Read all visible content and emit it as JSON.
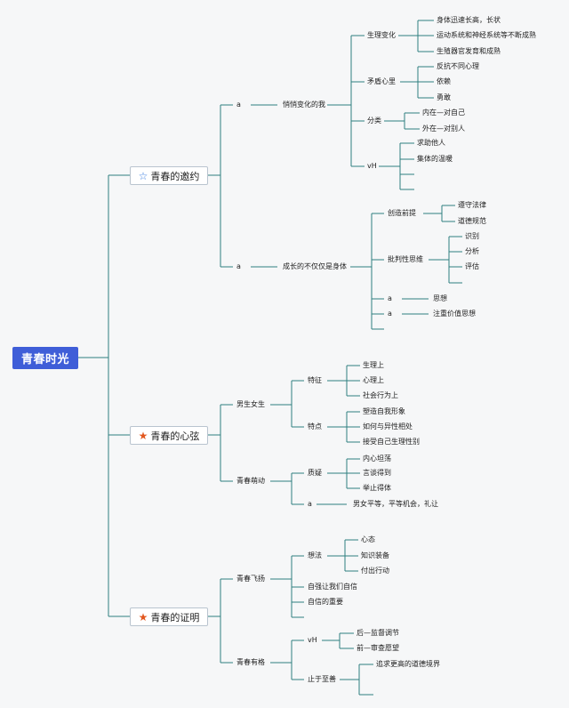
{
  "root": "青春时光",
  "b1": {
    "title": "青春的邀约",
    "icon": "star-outline-icon",
    "s1": {
      "marker": "a",
      "label": "悄悄变化的我",
      "c1": {
        "label": "生理变化",
        "items": [
          "身体迅速长高，长状",
          "运动系统和神经系统等不断成熟",
          "生殖器官发育和成熟"
        ]
      },
      "c2": {
        "label": "矛盾心里",
        "items": [
          "反抗不同心理",
          "依赖",
          "勇敢"
        ]
      },
      "c3": {
        "label": "分类",
        "items": [
          "内在—对自己",
          "外在—对别人"
        ]
      },
      "c4": {
        "label": "vH",
        "items": [
          "求助他人",
          "集体的温暖"
        ]
      }
    },
    "s2": {
      "marker": "a",
      "label": "成长的不仅仅是身体",
      "c1": {
        "label": "创造前提",
        "items": [
          "遵守法律",
          "道德规范"
        ]
      },
      "c2": {
        "label": "批判性思维",
        "items": [
          "识别",
          "分析",
          "评估"
        ]
      },
      "c3": {
        "marker": "a",
        "item": "思想"
      },
      "c4": {
        "marker": "a",
        "item": "注重价值思想"
      }
    }
  },
  "b2": {
    "title": "青春的心弦",
    "icon": "star-filled-icon",
    "s1": {
      "label": "男生女生",
      "c1": {
        "label": "特征",
        "items": [
          "生理上",
          "心理上",
          "社会行为上"
        ]
      },
      "c2": {
        "label": "特点",
        "items": [
          "塑造自我形象",
          "如何与异性相处",
          "接受自己生理性别"
        ]
      }
    },
    "s2": {
      "label": "青春萌动",
      "c1": {
        "label": "质疑",
        "items": [
          "内心坦荡",
          "言谈得到",
          "举止得体"
        ]
      },
      "c2": {
        "marker": "a",
        "item": "男女平等，平等机会，礼让"
      }
    }
  },
  "b3": {
    "title": "青春的证明",
    "icon": "star-filled-icon",
    "s1": {
      "label": "青春飞扬",
      "c1": {
        "label": "想法",
        "items": [
          "心态",
          "知识装备",
          "付出行动"
        ]
      },
      "c2": {
        "label": "自强让我们自信"
      },
      "c3": {
        "label": "自信的重要"
      }
    },
    "s2": {
      "label": "青春有格",
      "c1": {
        "label": "vH",
        "items": [
          "后—监督调节",
          "前—审查愿望"
        ]
      },
      "c2": {
        "label": "止于至善",
        "items": [
          "追求更高的道德境界"
        ]
      }
    }
  },
  "colors": {
    "root_bg": "#3f5ed8",
    "line": "#2f7f7f",
    "star_outline": "#3b7de0",
    "star_filled": "#e2571e"
  }
}
